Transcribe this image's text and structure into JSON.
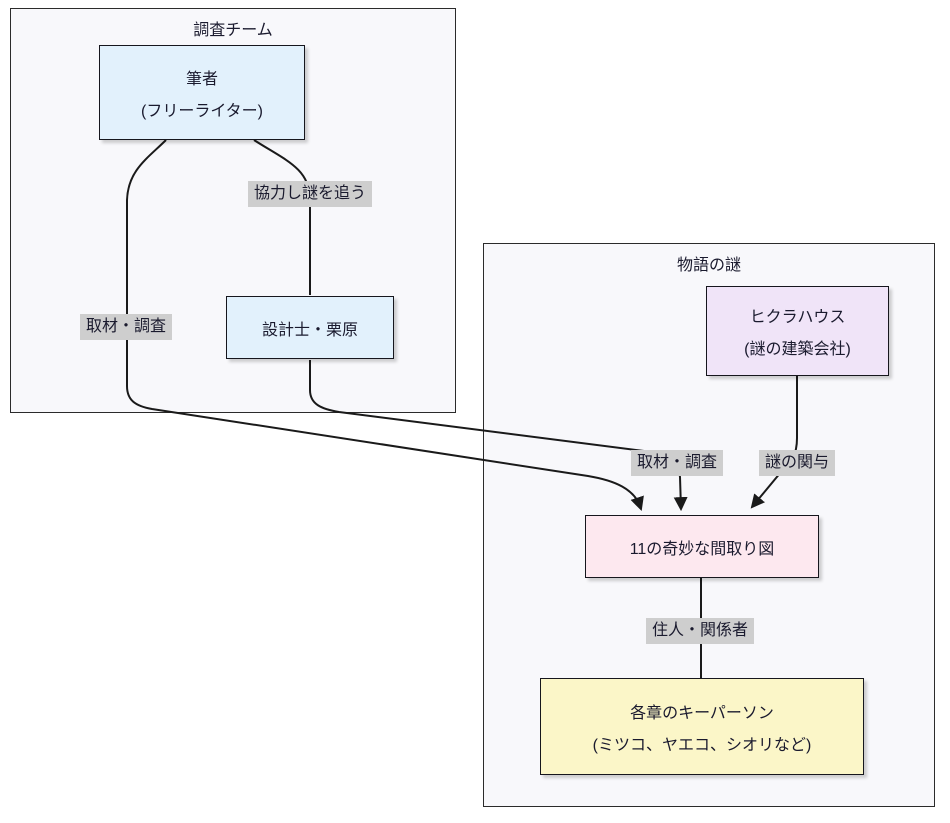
{
  "diagram": {
    "type": "flowchart",
    "groups": {
      "team": {
        "title": "調査チーム"
      },
      "mystery": {
        "title": "物語の謎"
      }
    },
    "nodes": {
      "writer": {
        "line1": "筆者",
        "line2": "(フリーライター)",
        "color": "#e2f1fc"
      },
      "kurihara": {
        "line1": "設計士・栗原",
        "color": "#e2f1fc"
      },
      "hikura": {
        "line1": "ヒクラハウス",
        "line2": "(謎の建築会社)",
        "color": "#f0e4f8"
      },
      "floorplans": {
        "line1": "11の奇妙な間取り図",
        "color": "#fde8ef"
      },
      "keypersons": {
        "line1": "各章のキーパーソン",
        "line2": "(ミツコ、ヤエコ、シオリなど)",
        "color": "#fbf6c8"
      }
    },
    "edges": {
      "cooperate": {
        "from": "writer",
        "to": "kurihara",
        "label": "協力し謎を追う"
      },
      "research_left": {
        "from": "writer",
        "to": "floorplans",
        "label": "取材・調査"
      },
      "research_right": {
        "from": "kurihara",
        "to": "floorplans",
        "label": "取材・調査"
      },
      "involvement": {
        "from": "hikura",
        "to": "floorplans",
        "label": "謎の関与"
      },
      "residents": {
        "from": "floorplans",
        "to": "keypersons",
        "label": "住人・関係者"
      }
    },
    "colors": {
      "cluster_background": "#f8f8fb",
      "cluster_border": "#2b2b2b",
      "node_border": "#16161d",
      "edge_stroke": "#1a1a1a",
      "edge_label_background": "#cecece",
      "text": "#1a1a2e"
    }
  }
}
